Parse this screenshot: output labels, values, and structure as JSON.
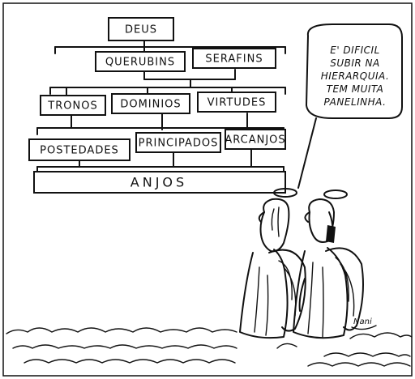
{
  "hierarchy": {
    "level1": {
      "deus": "DEUS"
    },
    "level2": {
      "querubins": "QUERUBINS",
      "serafins": "SERAFINS"
    },
    "level3": {
      "tronos": "TRONOS",
      "dominios": "DOMINIOS",
      "virtudes": "VIRTUDES"
    },
    "level4": {
      "postedades": "POSTEDADES",
      "principados": "PRINCIPADOS",
      "arcanjos": "ARCANJOS"
    },
    "level5": {
      "anjos": "ANJOS"
    }
  },
  "speech_bubble": {
    "line1": "E' DIFICIL",
    "line2": "SUBIR NA",
    "line3": "HIERARQUIA.",
    "line4": "TEM MUITA",
    "line5": "PANELINHA."
  },
  "signature": "Nani",
  "colors": {
    "ink": "#111111",
    "paper": "#ffffff"
  }
}
